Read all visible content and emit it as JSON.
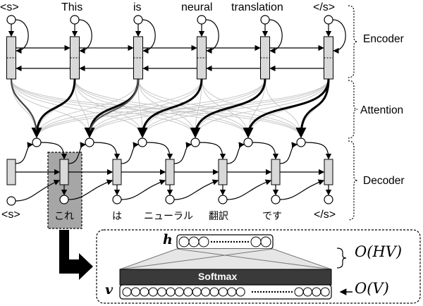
{
  "source_words": [
    "<s>",
    "This",
    "is",
    "neural",
    "translation",
    "</s>"
  ],
  "target_words": [
    "<s>",
    "これ",
    "は",
    "ニューラル",
    "翻訳",
    "です",
    "</s>"
  ],
  "sections": {
    "encoder": "Encoder",
    "attention": "Attention",
    "decoder": "Decoder"
  },
  "zoom": {
    "hidden_symbol": "h",
    "vocab_symbol": "v",
    "softmax_label": "Softmax",
    "cost_softmax": "O(HV)",
    "cost_vocab": "O(V)"
  },
  "colors": {
    "state_fill": "#d9d9d9",
    "highlight_fill": "#a6a6a6",
    "softmax_fill": "#3a3a3a",
    "faint_attention": "#c8c8c8"
  }
}
